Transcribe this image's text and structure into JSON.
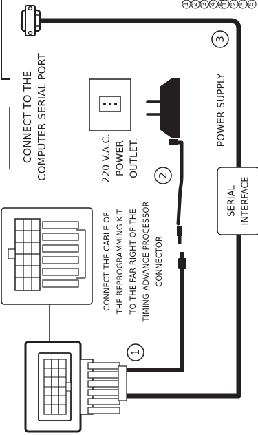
{
  "labels": {
    "serial_port": [
      "CONNECT TO THE",
      "COMPUTER SERIAL PORT"
    ],
    "power_outlet": [
      "220 V.A.C.",
      "POWER",
      "OUTLET."
    ],
    "power_supply": "POWER SUPPLY",
    "serial_interface": [
      "SERIAL",
      "INTERFACE"
    ],
    "processor_cable": [
      "CONNECT THE CABLE OF",
      "THE REPROGRAMMING KIT",
      "TO THE FAR RIGHT OF THE",
      "TIMING ADVANCE PROCESSOR",
      "CONNECTOR"
    ]
  },
  "steps": [
    "1",
    "2",
    "3"
  ],
  "pin_lists": {
    "left": [
      "1",
      "2",
      "3",
      "4",
      "6"
    ],
    "right": [
      "1",
      "2",
      "3",
      "5"
    ]
  },
  "colors": {
    "line": "#231f20",
    "background": "#ffffff"
  }
}
